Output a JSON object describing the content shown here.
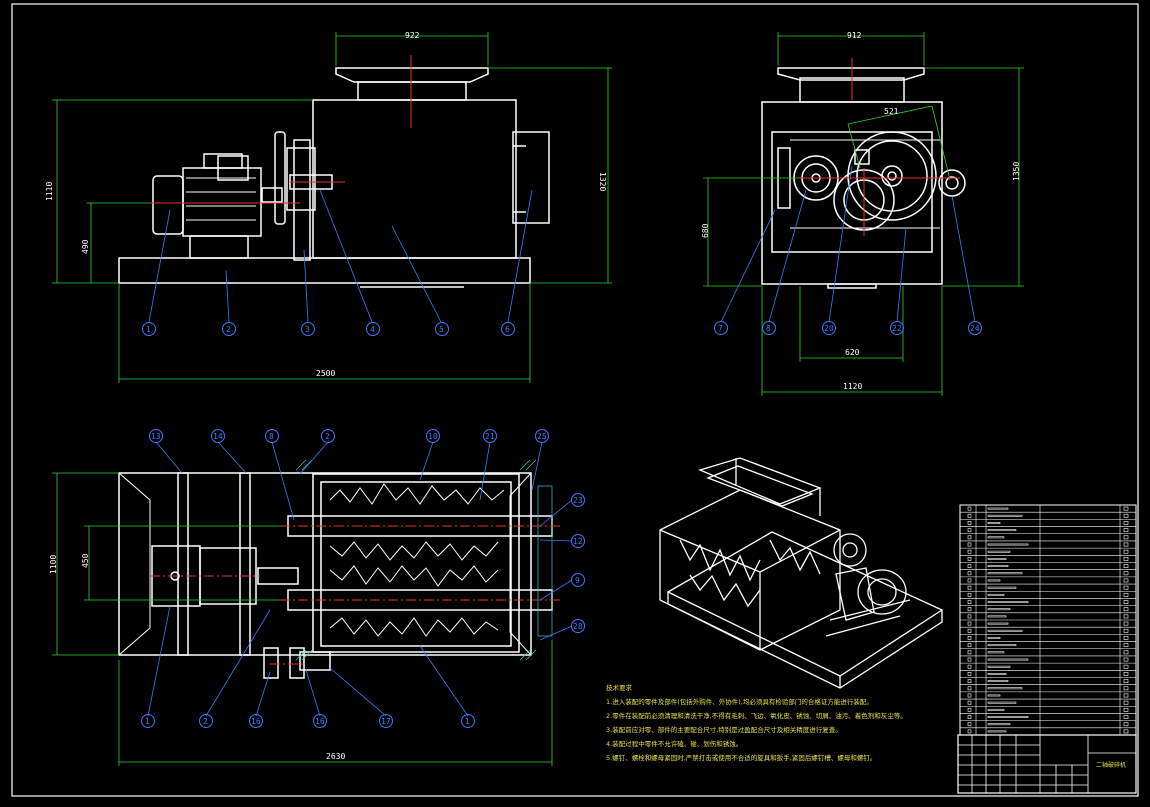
{
  "drawing": {
    "dimensions": {
      "front_top": "922",
      "front_height": "1110",
      "front_right": "1320",
      "front_axis": "490",
      "front_length": "2500",
      "side_top": "912",
      "side_diag": "521",
      "side_right": "1350",
      "side_axis": "680",
      "side_base": "620",
      "side_width": "1120",
      "plan_height": "1100",
      "plan_inner": "450",
      "plan_length": "2630"
    },
    "balloons_front": [
      "1",
      "2",
      "3",
      "4",
      "5",
      "6"
    ],
    "balloons_side": [
      "7",
      "8",
      "20",
      "22",
      "24"
    ],
    "balloons_plan_top": [
      "13",
      "14",
      "8",
      "2",
      "10",
      "21",
      "25"
    ],
    "balloons_plan_right": [
      "23",
      "12",
      "9",
      "28"
    ],
    "balloons_plan_bottom": [
      "1",
      "2",
      "16",
      "16",
      "17",
      "1"
    ],
    "notes": {
      "title": "技术要求",
      "lines": [
        "1.进入装配的零件及部件(包括外购件、外协件),均必须具有检验部门的合格证方能进行装配。",
        "2.零件在装配前必须清理和清洗干净,不得有毛刺、飞边、氧化皮、锈蚀、切屑、油污、着色剂和灰尘等。",
        "3.装配前应对零、部件的主要配合尺寸,特别是过盈配合尺寸及相关精度进行复查。",
        "4.装配过程中零件不允许磕、碰、划伤和锈蚀。",
        "5.螺钉、螺栓和螺母紧固时,严禁打击或使用不合适的旋具和扳手,紧固后螺钉槽、螺母和螺钉。"
      ]
    },
    "title_block": {
      "name": "二轴破碎机"
    }
  }
}
